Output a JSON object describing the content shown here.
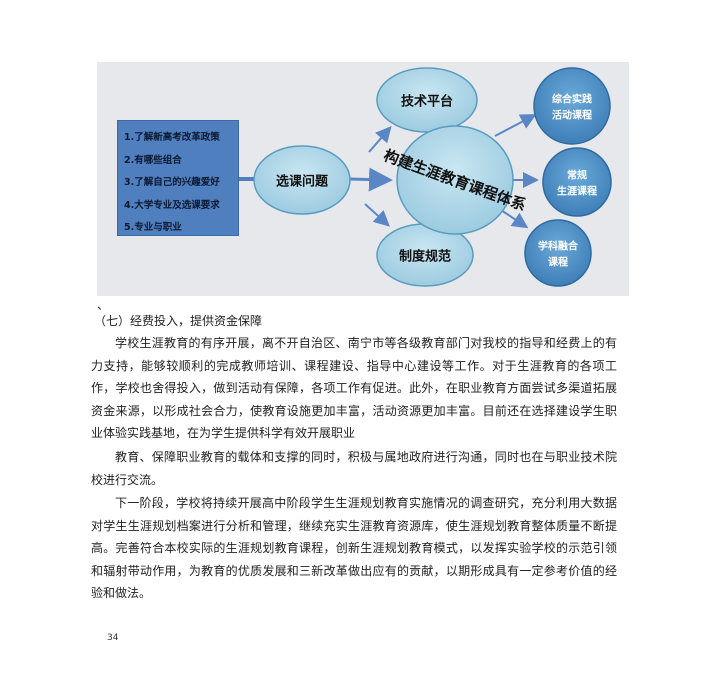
{
  "diagram": {
    "list_items": [
      "1.了解新高考改革政策",
      "2.有哪些组合",
      "3.了解自己的兴趣爱好",
      "4.大学专业及选课要求",
      "5.专业与职业"
    ],
    "nodes": {
      "xuanke": "选课问题",
      "jishu": "技术平台",
      "zhidu": "制度规范",
      "center": "构建生涯教育课程体系",
      "zonghe_1": "综合实践",
      "zonghe_2": "活动课程",
      "changgui_1": "常规",
      "changgui_2": "生涯课程",
      "xueke_1": "学科融合",
      "xueke_2": "课程"
    },
    "colors": {
      "list_box": "#4f7fbe",
      "node_fill": "#a8d2e4",
      "node_stroke": "#5a9bc0",
      "arrow": "#5b86c6",
      "right_node_fill": "#4e8fc4",
      "background": "#e6e8ec"
    }
  },
  "stray_mark": "、",
  "section_heading": "（七）经费投入，提供资金保障",
  "paragraphs": [
    "学校生涯教育的有序开展，离不开自治区、南宁市等各级教育部门对我校的指导和经费上的有力支持，能够较顺利的完成教师培训、课程建设、指导中心建设等工作。对于生涯教育的各项工作，学校也舍得投入，做到活动有保障，各项工作有促进。此外，在职业教育方面尝试多渠道拓展资金来源，以形成社会合力，使教育设施更加丰富，活动资源更加丰富。目前还在选择建设学生职业体验实践基地，在为学生提供科学有效开展职业",
    "教育、保障职业教育的载体和支撑的同时，积极与属地政府进行沟通，同时也在与职业技术院校进行交流。",
    "下一阶段，学校将持续开展高中阶段学生生涯规划教育实施情况的调查研究，充分利用大数据对学生生涯规划档案进行分析和管理，继续充实生涯教育资源库，使生涯规划教育整体质量不断提高。完善符合本校实际的生涯规划教育课程，创新生涯规划教育模式，以发挥实验学校的示范引领和辐射带动作用，为教育的优质发展和三新改革做出应有的贡献，以期形成具有一定参考价值的经验和做法。"
  ],
  "page_number": "34"
}
